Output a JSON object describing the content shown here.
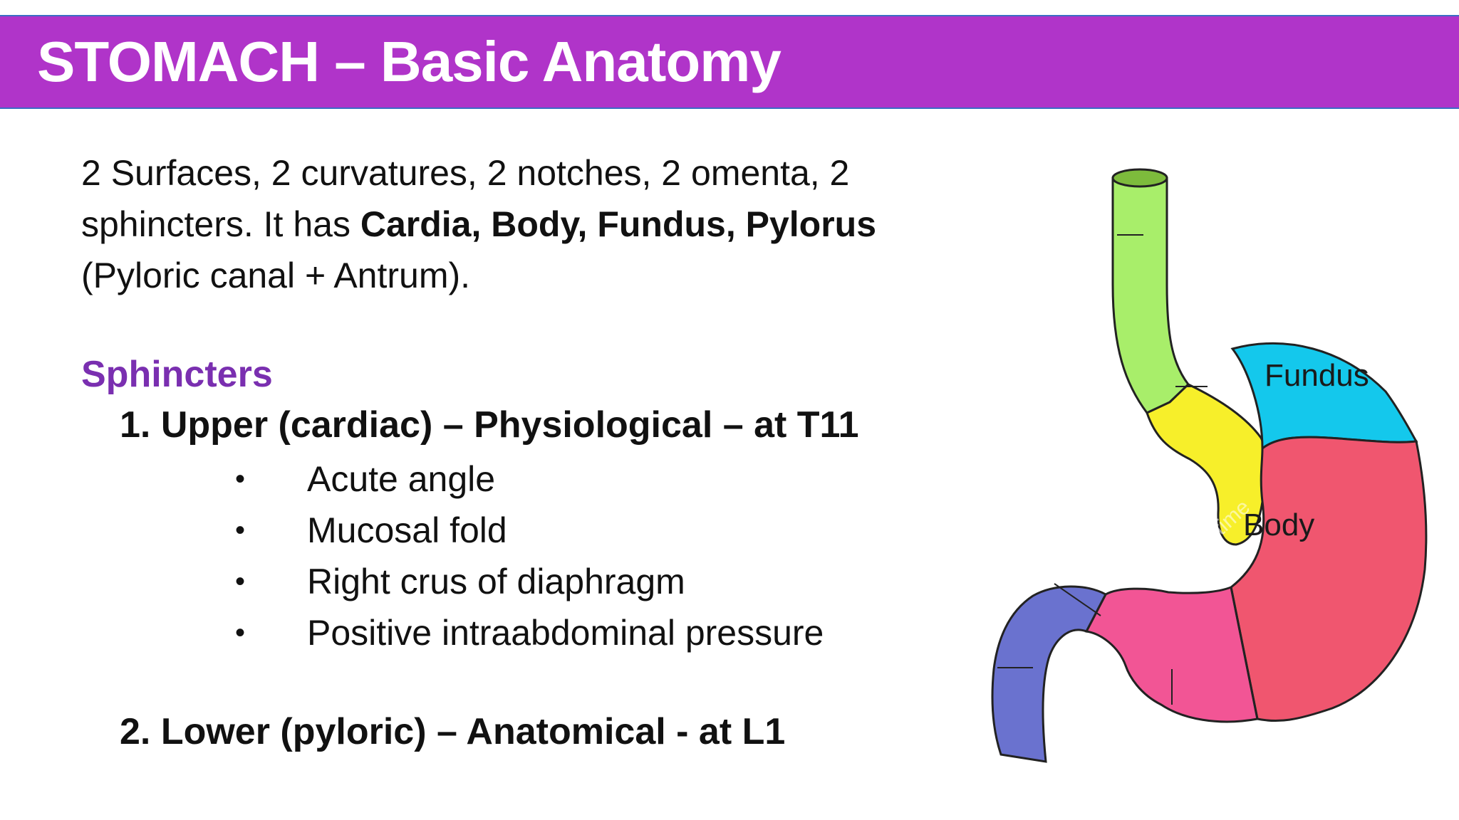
{
  "slide": {
    "title": "STOMACH – Basic Anatomy",
    "intro": {
      "line1": "2 Surfaces, 2 curvatures, 2 notches, 2 omenta, 2",
      "line2_plain": "sphincters. It has ",
      "line2_bold": "Cardia, Body, Fundus, Pylorus",
      "line3": "(Pyloric canal + Antrum)."
    },
    "sphincters_heading": "Sphincters",
    "upper": "1. Upper (cardiac) – Physiological – at T11",
    "bullet_symbol": "•",
    "bullets": [
      "Acute angle",
      "Mucosal fold",
      "Right crus of diaphragm",
      "Positive intraabdominal pressure"
    ],
    "lower": "2. Lower (pyloric) – Anatomical - at L1"
  },
  "diagram": {
    "labels": {
      "fundus": "Fundus",
      "body": "Body"
    },
    "watermark": "dreamstime",
    "colors": {
      "esophagus": "#a8ee6a",
      "esophagus_top": "#7dbb3c",
      "cardia": "#f7ef2a",
      "fundus": "#14c8ec",
      "body": "#f0566f",
      "antrum": "#f25595",
      "pylorus": "#6a72cf",
      "outline": "#222222"
    }
  }
}
